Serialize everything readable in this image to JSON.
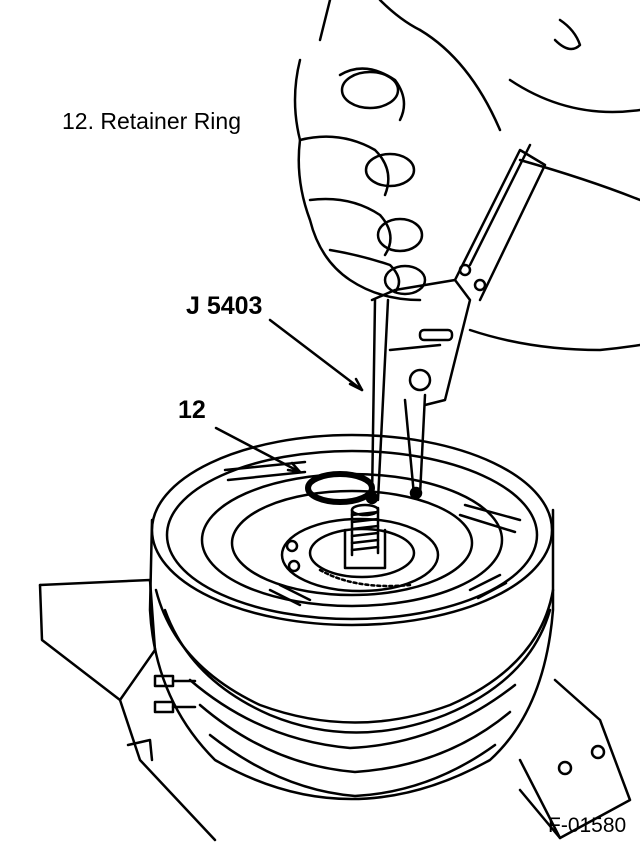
{
  "labels": {
    "caption": "12.  Retainer Ring",
    "tool": "J 5403",
    "part": "12",
    "figure_code": "F-01580"
  },
  "colors": {
    "ink": "#000000",
    "paper": "#ffffff"
  }
}
